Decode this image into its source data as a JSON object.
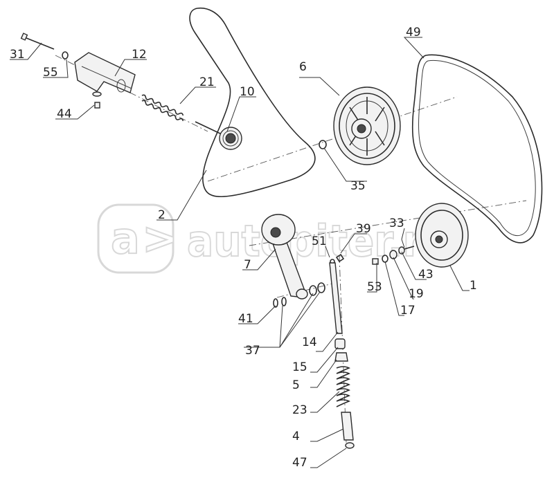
{
  "diagram": {
    "type": "exploded parts diagram",
    "callouts": [
      "31",
      "12",
      "55",
      "21",
      "10",
      "44",
      "6",
      "49",
      "35",
      "2",
      "7",
      "39",
      "33",
      "51",
      "1",
      "53",
      "43",
      "19",
      "17",
      "41",
      "14",
      "37",
      "15",
      "5",
      "23",
      "4",
      "47"
    ],
    "watermark": {
      "brand": "autopiter.ru",
      "color": "#d8d8d8"
    },
    "colors": {
      "line": "#2b2b2b",
      "background": "#ffffff"
    }
  }
}
